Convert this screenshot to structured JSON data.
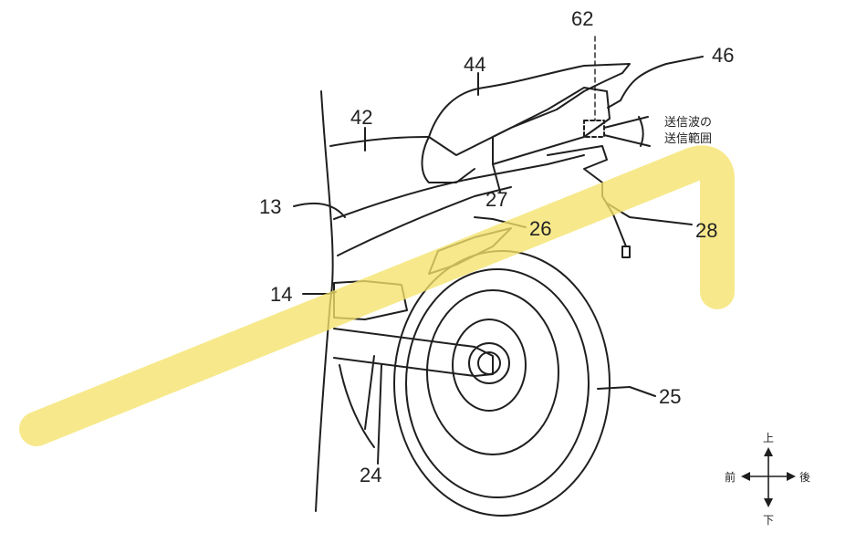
{
  "labels": {
    "n62": "62",
    "n44": "44",
    "n46": "46",
    "n42": "42",
    "n13": "13",
    "n27": "27",
    "n26": "26",
    "n28": "28",
    "n14": "14",
    "n25": "25",
    "n24": "24"
  },
  "annotation": {
    "line1": "送信波の",
    "line2": "送信範囲"
  },
  "compass": {
    "up": "上",
    "down": "下",
    "front": "前",
    "rear": "後"
  },
  "colors": {
    "highlight": "#f5e36a",
    "stroke": "#1f1f1f"
  }
}
